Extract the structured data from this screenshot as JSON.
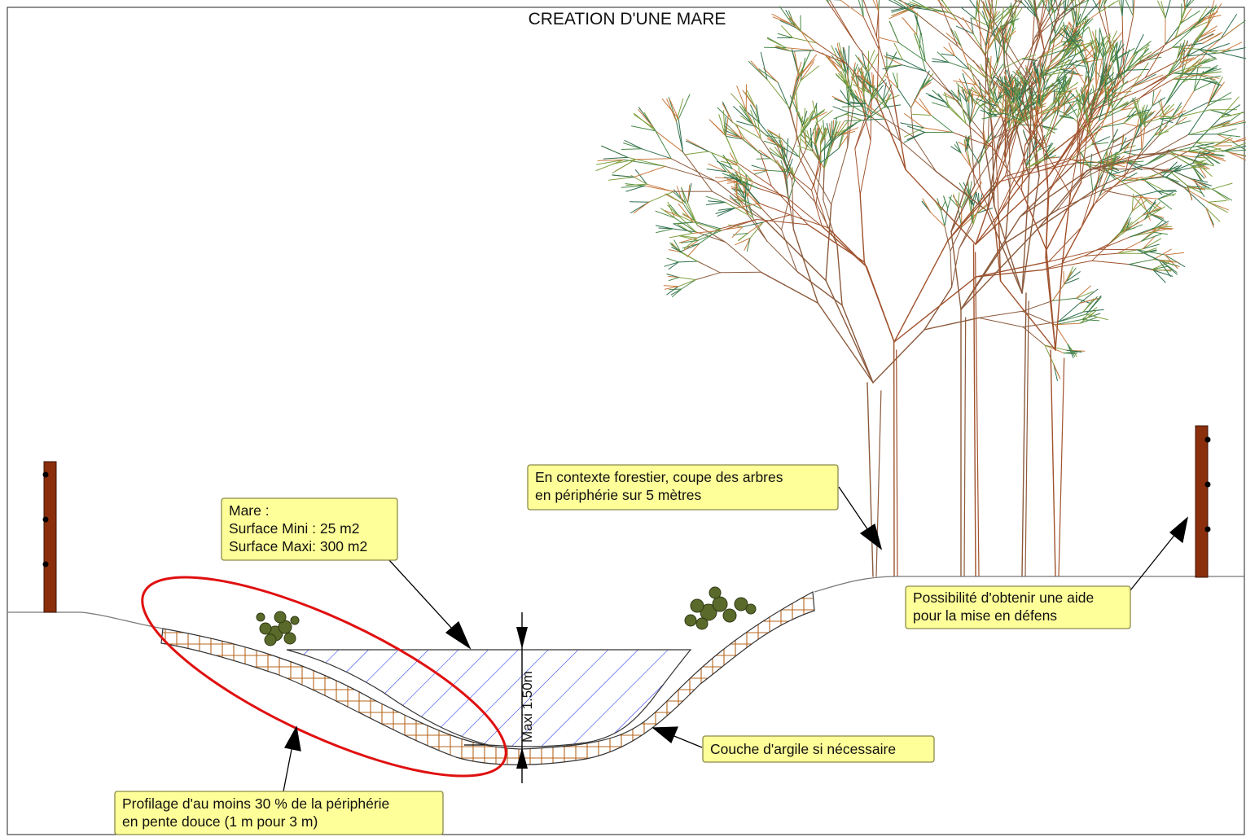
{
  "title": "CREATION D'UNE MARE",
  "notes": {
    "mare": [
      "Mare :",
      "Surface Mini : 25 m2",
      "Surface Maxi: 300 m2"
    ],
    "forest": [
      "En contexte forestier, coupe des arbres",
      "en périphérie sur 5 mètres"
    ],
    "aide": [
      "Possibilité d'obtenir une aide",
      "pour la mise en défens"
    ],
    "argile": [
      "Couche d'argile si nécessaire"
    ],
    "profilage": [
      "Profilage d'au moins 30 % de la périphérie",
      "en pente douce (1 m pour 3 m)"
    ]
  },
  "dimension": "Maxi 1.50m",
  "colors": {
    "note_fill": "#ffff99",
    "note_border": "#8a8a4a",
    "water_hatch": "#3344ee",
    "clay_hatch": "#b5651d",
    "post": "#8b2e0c",
    "highlight_ellipse": "#e01010",
    "tree_colors": [
      "#8b5a3c",
      "#a0522d",
      "#7fa040",
      "#4a8a4a",
      "#c87a40",
      "#2f6f4f"
    ]
  },
  "icons": [
    "fence-post",
    "shrub",
    "tree",
    "arrow"
  ]
}
